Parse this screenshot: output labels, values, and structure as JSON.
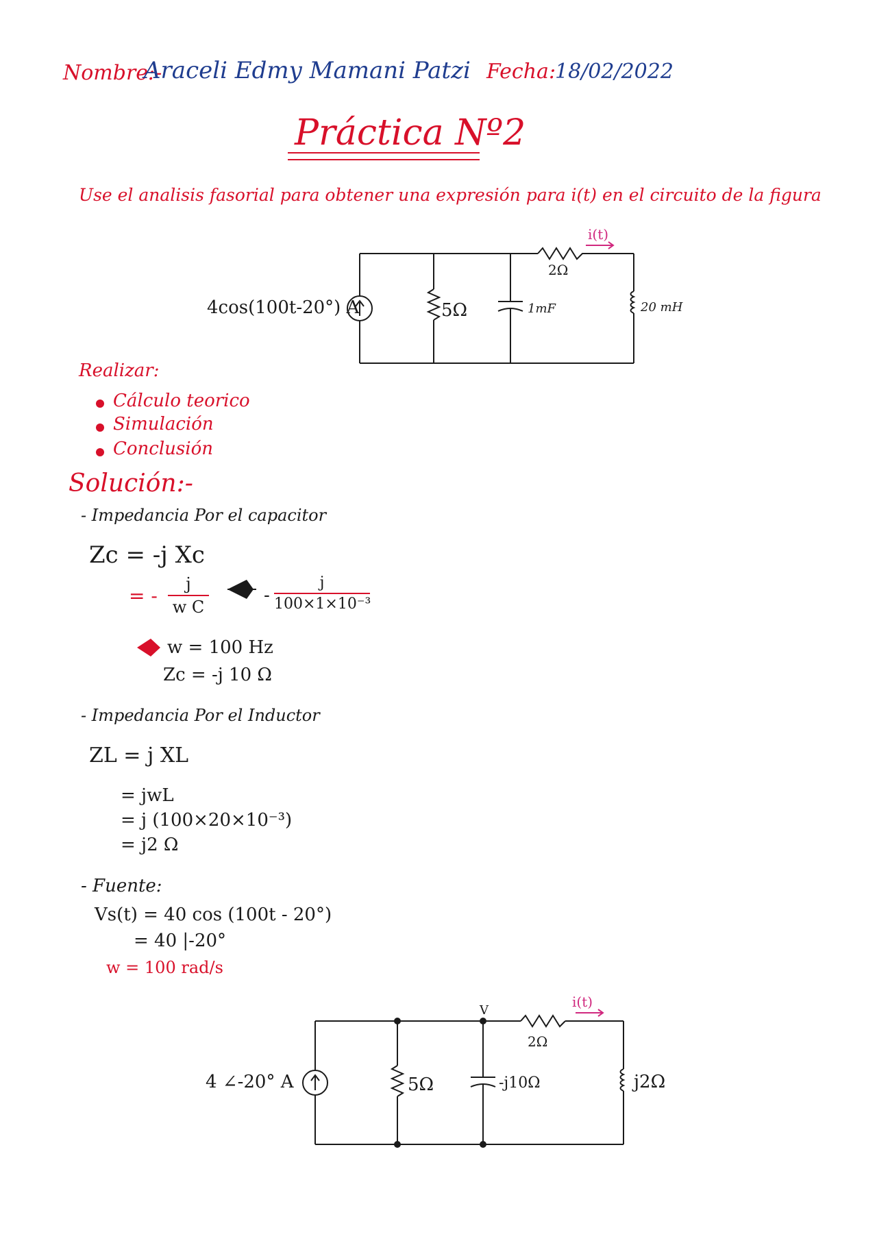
{
  "header": {
    "name_label": "Nombre:-",
    "name_value": "Araceli Edmy Mamani Patzi",
    "date_label": "Fecha:",
    "date_value": "18/02/2022"
  },
  "title": "Práctica Nº2",
  "problem_statement": "Use el analisis fasorial para obtener una expresión para i(t) en el circuito de la figura",
  "circuit1": {
    "source_label": "4cos(100t-20°) A",
    "resistor_label": "5Ω",
    "capacitor_label": "1mF",
    "series_resistor_label": "2Ω",
    "inductor_label": "20 mH",
    "current_label": "i(t)"
  },
  "tasks": {
    "heading": "Realizar:",
    "items": [
      "Cálculo teorico",
      "Simulación",
      "Conclusión"
    ]
  },
  "solution": {
    "heading": "Solución:-",
    "capacitor": {
      "subheading": "- Impedancia Por el capacitor",
      "eq1": "Zc = -j Xc",
      "eq2_prefix": "= -",
      "eq2_num": "j",
      "eq2_den": "w C",
      "eq2_arrow_prefix": "-",
      "eq2_num2": "j",
      "eq2_den2": "100×1×10⁻³",
      "w_line": "w = 100 Hz",
      "result": "Zc = -j 10 Ω"
    },
    "inductor": {
      "subheading": "- Impedancia Por el Inductor",
      "eq1": "ZL = j XL",
      "eq2": "= jwL",
      "eq3": "= j (100×20×10⁻³)",
      "eq4": "= j2 Ω"
    },
    "source": {
      "subheading": "- Fuente:",
      "eq1": "Vs(t) = 40 cos (100t - 20°)",
      "eq2": "= 40 |-20°",
      "eq3": "w = 100 rad/s"
    }
  },
  "circuit2": {
    "source_label": "4 ∠-20° A",
    "resistor_label": "5Ω",
    "capacitor_label": "-j10Ω",
    "series_resistor_label": "2Ω",
    "inductor_label": "j2Ω",
    "node_label": "V",
    "current_label": "i(t)"
  },
  "colors": {
    "red_ink": "#d8102a",
    "blue_ink": "#1f3d8f",
    "pink_ink": "#d0287e",
    "black_ink": "#1a1a1a"
  }
}
